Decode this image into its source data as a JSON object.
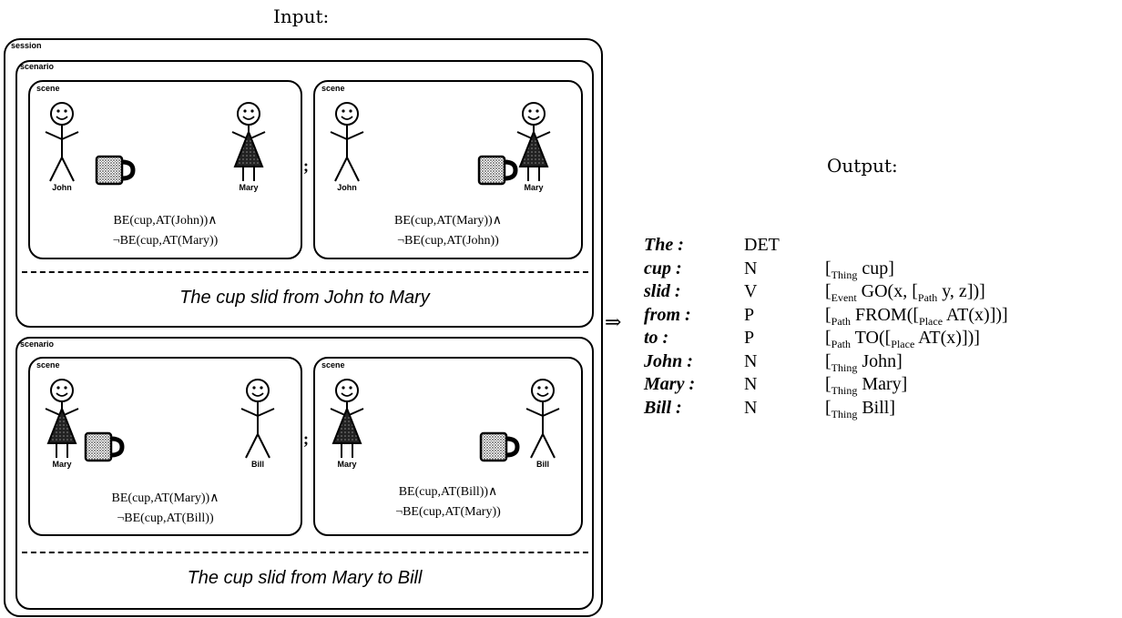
{
  "input_label": "Input:",
  "output_label": "Output:",
  "arrow": "⇒",
  "session": {
    "tag": "session",
    "scenarios": [
      {
        "tag": "scenario",
        "scene_tag": "scene",
        "separator": ";",
        "sentence": "The cup slid from John to Mary",
        "scenes": [
          {
            "left_name": "John",
            "right_name": "Mary",
            "formula_line1": "BE(cup,AT(John))∧",
            "formula_line2": "¬BE(cup,AT(Mary))"
          },
          {
            "left_name": "John",
            "right_name": "Mary",
            "formula_line1": "BE(cup,AT(Mary))∧",
            "formula_line2": "¬BE(cup,AT(John))"
          }
        ]
      },
      {
        "tag": "scenario",
        "scene_tag": "scene",
        "separator": ";",
        "sentence": "The cup slid from Mary to Bill",
        "scenes": [
          {
            "left_name": "Mary",
            "right_name": "Bill",
            "formula_line1": "BE(cup,AT(Mary))∧",
            "formula_line2": "¬BE(cup,AT(Bill))"
          },
          {
            "left_name": "Mary",
            "right_name": "Bill",
            "formula_line1": "BE(cup,AT(Bill))∧",
            "formula_line2": "¬BE(cup,AT(Mary))"
          }
        ]
      }
    ]
  },
  "lexicon": [
    {
      "word": "The :",
      "cat": "DET",
      "sem": ""
    },
    {
      "word": "cup :",
      "cat": "N",
      "sem": "[Thing cup]"
    },
    {
      "word": "slid :",
      "cat": "V",
      "sem": "[Event GO(x, [Path y, z])]"
    },
    {
      "word": "from :",
      "cat": "P",
      "sem": "[Path FROM([Place AT(x)])]"
    },
    {
      "word": "to :",
      "cat": "P",
      "sem": "[Path TO([Place AT(x)])]"
    },
    {
      "word": "John :",
      "cat": "N",
      "sem": "[Thing John]"
    },
    {
      "word": "Mary :",
      "cat": "N",
      "sem": "[Thing Mary]"
    },
    {
      "word": "Bill :",
      "cat": "N",
      "sem": "[Thing Bill]"
    }
  ]
}
